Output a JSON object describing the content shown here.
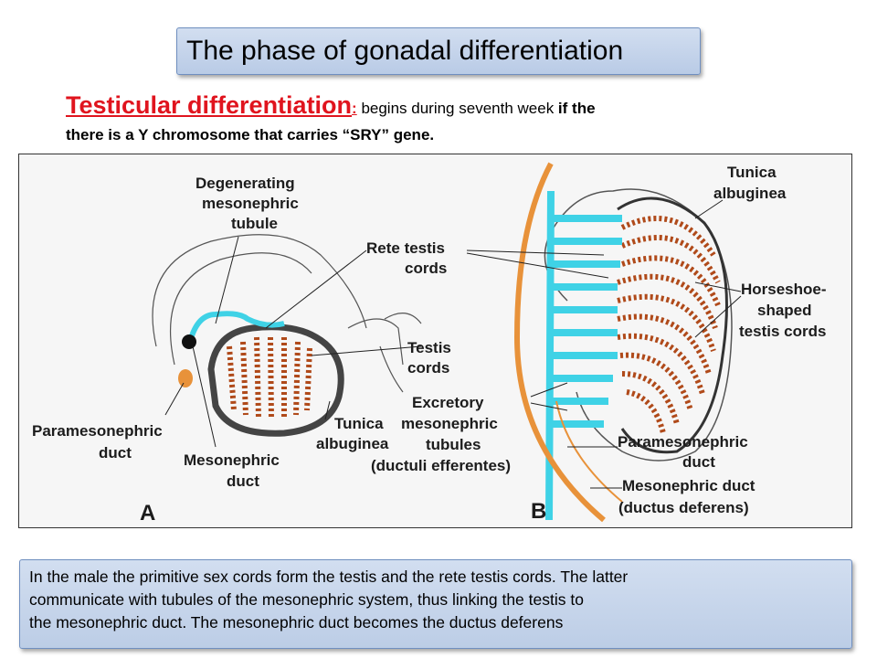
{
  "slide": {
    "title": "The phase of gonadal differentiation",
    "heading": {
      "term": "Testicular differentiation",
      "colon": ":",
      "text1": " begins during seventh week ",
      "bold1": "if the",
      "line2": "there is a Y chromosome that carries “SRY” gene."
    }
  },
  "figure": {
    "panel_a": {
      "letter": "A",
      "labels": {
        "degenerating": [
          "Degenerating",
          "mesonephric",
          "tubule"
        ],
        "rete": [
          "Rete testis",
          "cords"
        ],
        "testis": [
          "Testis",
          "cords"
        ],
        "tunica": [
          "Tunica",
          "albuginea"
        ],
        "paramesonephric": [
          "Paramesonephric",
          "duct"
        ],
        "mesonephric": [
          "Mesonephric",
          "duct"
        ]
      }
    },
    "panel_b": {
      "letter": "B",
      "labels": {
        "tunica": [
          "Tunica",
          "albuginea"
        ],
        "horseshoe": [
          "Horseshoe-",
          "shaped",
          "testis cords"
        ],
        "excretory": [
          "Excretory",
          "mesonephric",
          "tubules",
          "(ductuli efferentes)"
        ],
        "paramesonephric": [
          "Paramesonephric",
          "duct"
        ],
        "mesonephric": [
          "Mesonephric duct",
          "(ductus deferens)"
        ]
      }
    },
    "colors": {
      "rete": "#3fd2e6",
      "duct": "#e8923a",
      "cords": "#b04a1a"
    }
  },
  "caption": {
    "lines": [
      "In the male the primitive sex cords form the testis and the rete testis cords. The latter",
      "communicate with tubules of the mesonephric system, thus linking the testis to",
      "the mesonephric duct. The mesonephric duct becomes the ductus deferens"
    ]
  }
}
